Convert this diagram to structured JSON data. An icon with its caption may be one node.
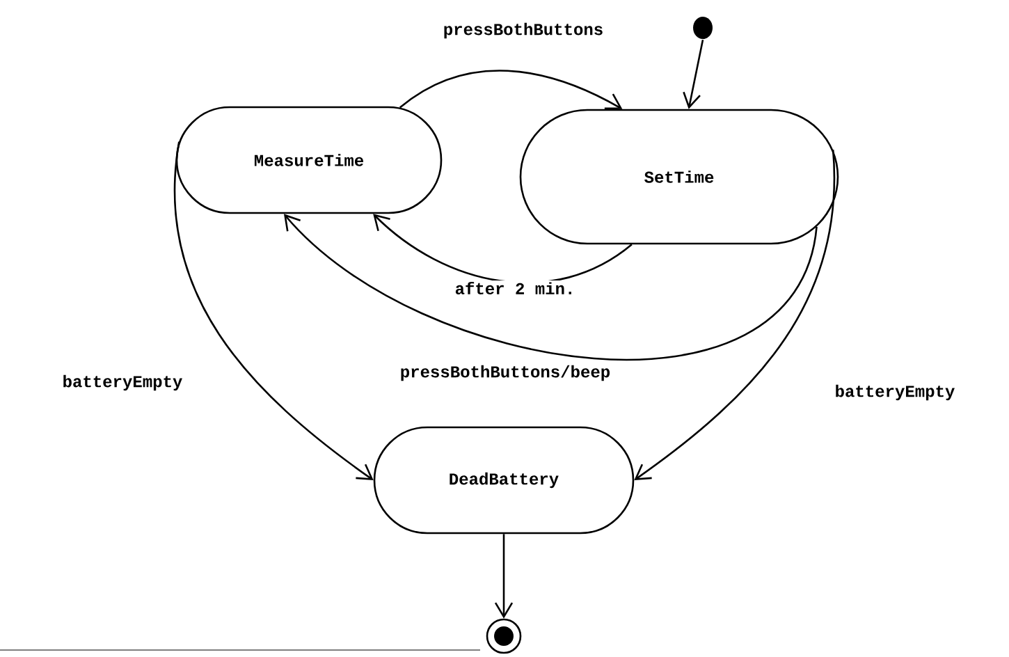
{
  "diagram": {
    "nodes": [
      {
        "text": [
          "MeasureTime"
        ]
      },
      {
        "text": [
          "SetTime"
        ]
      },
      {
        "text": [
          "DeadBattery"
        ]
      },
      {
        "text": [],
        "shape": "circle"
      },
      {
        "text": [],
        "shape": "circle"
      }
    ],
    "edges": [
      {
        "from": 3,
        "to": 1,
        "arrow": "to"
      },
      {
        "from": 0,
        "to": 1,
        "arrow": "to",
        "label": "pressBothButtons"
      },
      {
        "from": 1,
        "to": 0,
        "arrow": "to",
        "label": "after 2 min."
      },
      {
        "from": 1,
        "to": 0,
        "arrow": "to",
        "label": "pressBothButtons/beep"
      },
      {
        "from": 0,
        "to": 2,
        "arrow": "to",
        "label": "batteryEmpty"
      },
      {
        "from": 1,
        "to": 2,
        "arrow": "to",
        "label": "batteryEmpty"
      },
      {
        "from": 2,
        "to": 4,
        "arrow": "to"
      }
    ]
  }
}
